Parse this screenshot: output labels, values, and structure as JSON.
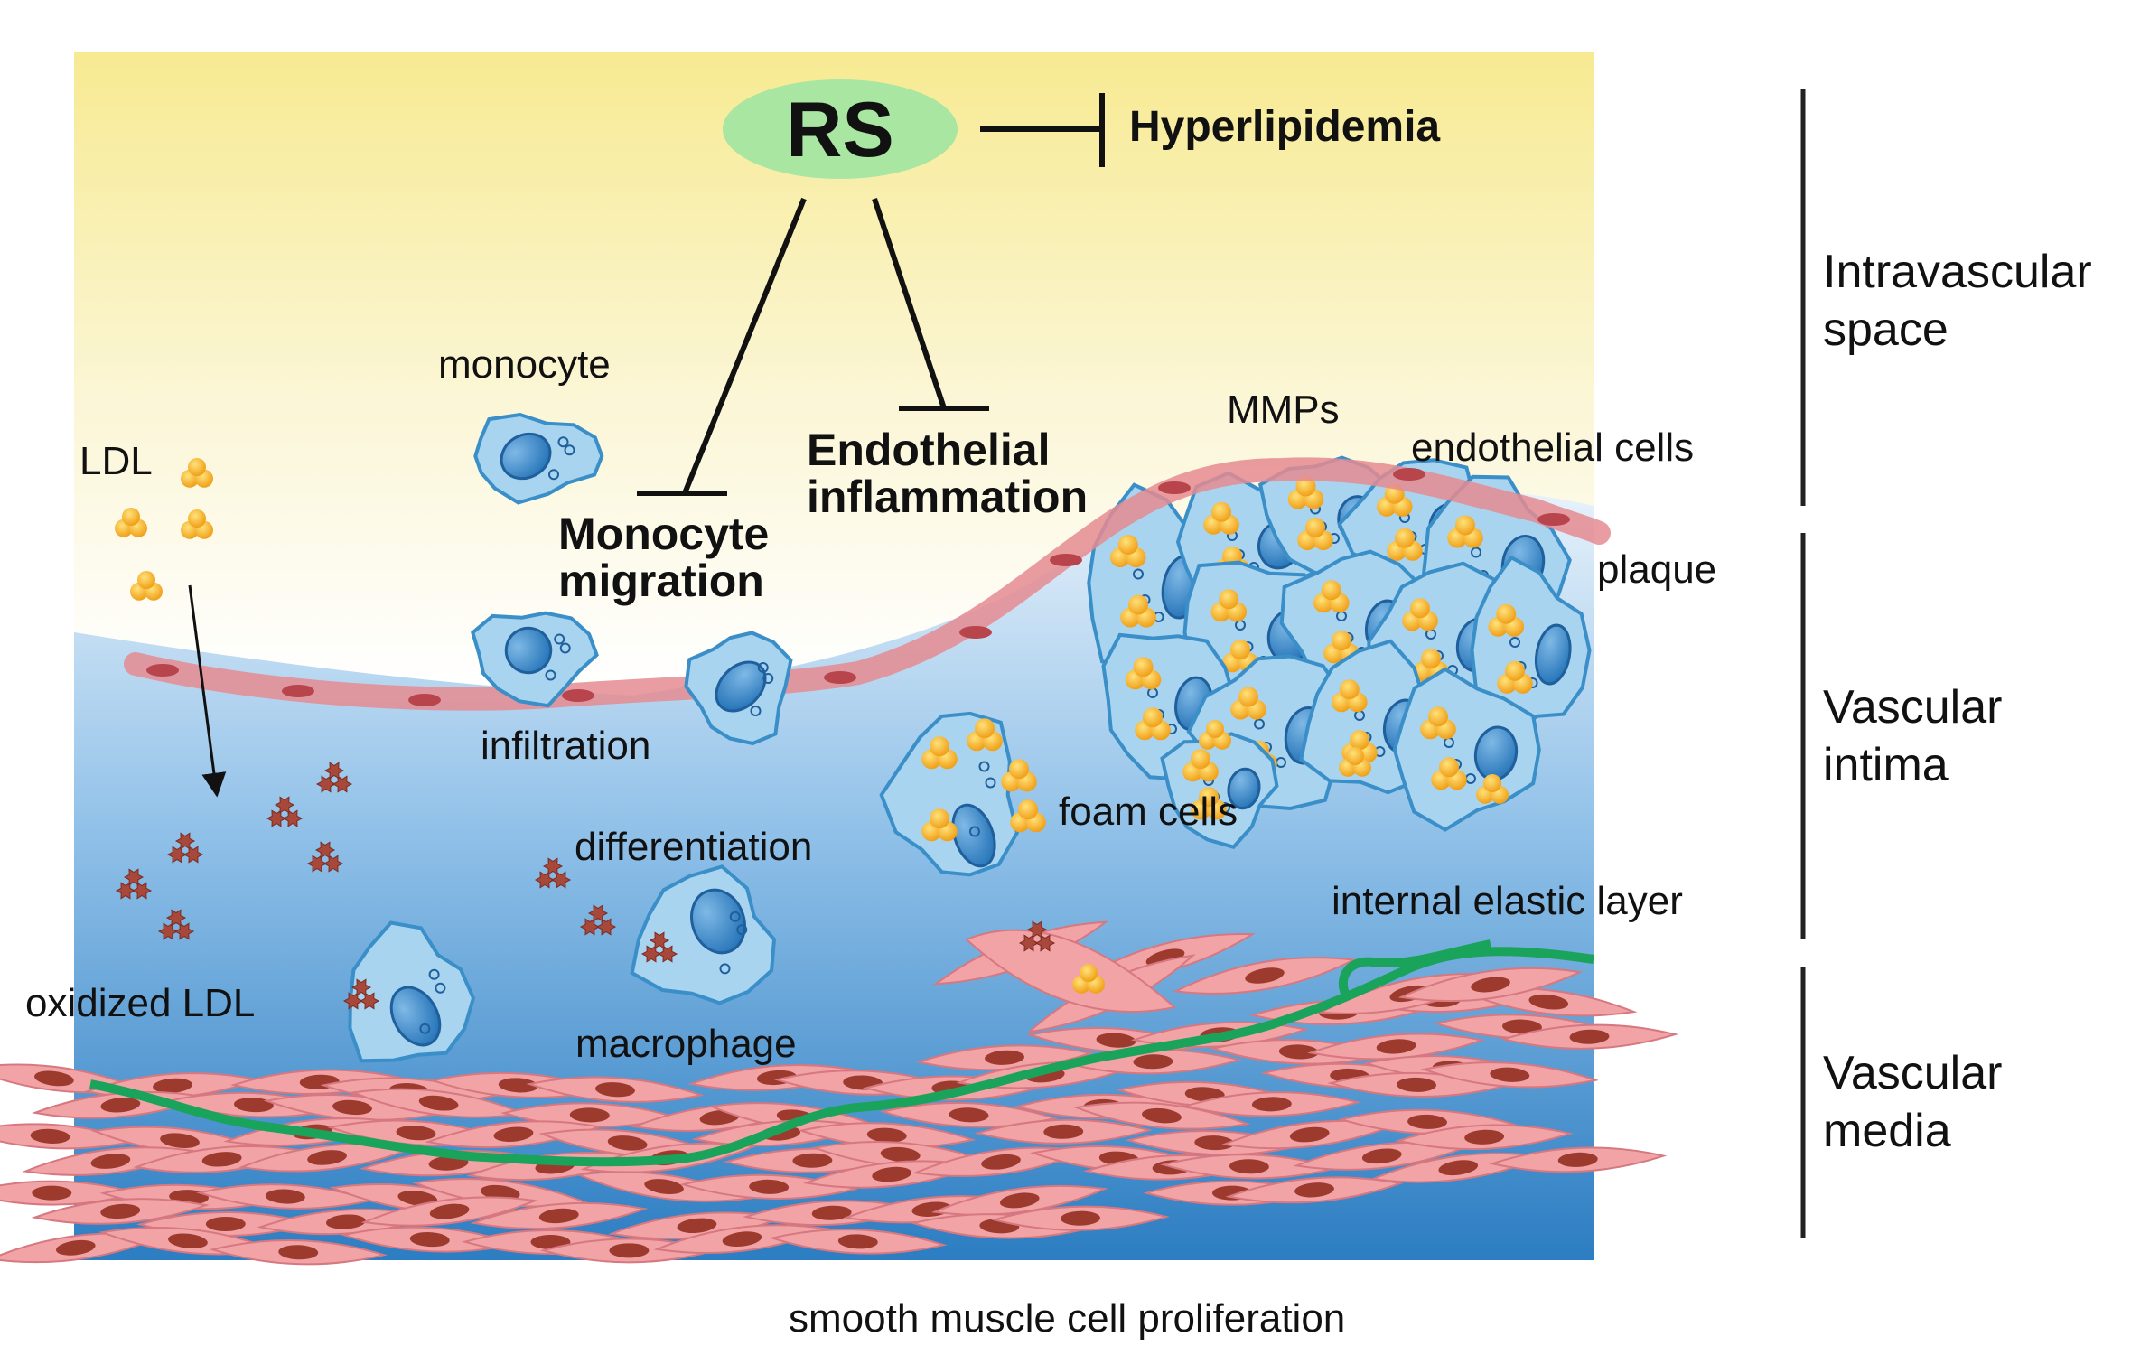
{
  "center": {
    "label": "RS"
  },
  "inhibits": {
    "hyperlipidemia": "Hyperlipidemia",
    "endothelial_line1": "Endothelial",
    "endothelial_line2": "inflammation",
    "monocyte_line1": "Monocyte",
    "monocyte_line2": "migration"
  },
  "labels": {
    "monocyte": "monocyte",
    "ldl": "LDL",
    "mmps": "MMPs",
    "endothelial_cells": "endothelial cells",
    "plaque": "plaque",
    "infiltration": "infiltration",
    "foam_cells": "foam cells",
    "differentiation": "differentiation",
    "oxidized_ldl": "oxidized LDL",
    "internal_elastic_layer": "internal elastic layer",
    "macrophage": "macrophage",
    "smooth_muscle": "smooth muscle cell proliferation"
  },
  "layers": {
    "intravascular_line1": "Intravascular",
    "intravascular_line2": "space",
    "intima_line1": "Vascular",
    "intima_line2": "intima",
    "media_line1": "Vascular",
    "media_line2": "media"
  },
  "colors": {
    "rs_ellipse": "#a8e6a1",
    "cell_fill": "#a9d4f0",
    "cell_stroke": "#3a8fc8",
    "endothelium": "#f2a3a6",
    "elastic_layer": "#1aa35a",
    "lipid": "#f5b21e"
  }
}
